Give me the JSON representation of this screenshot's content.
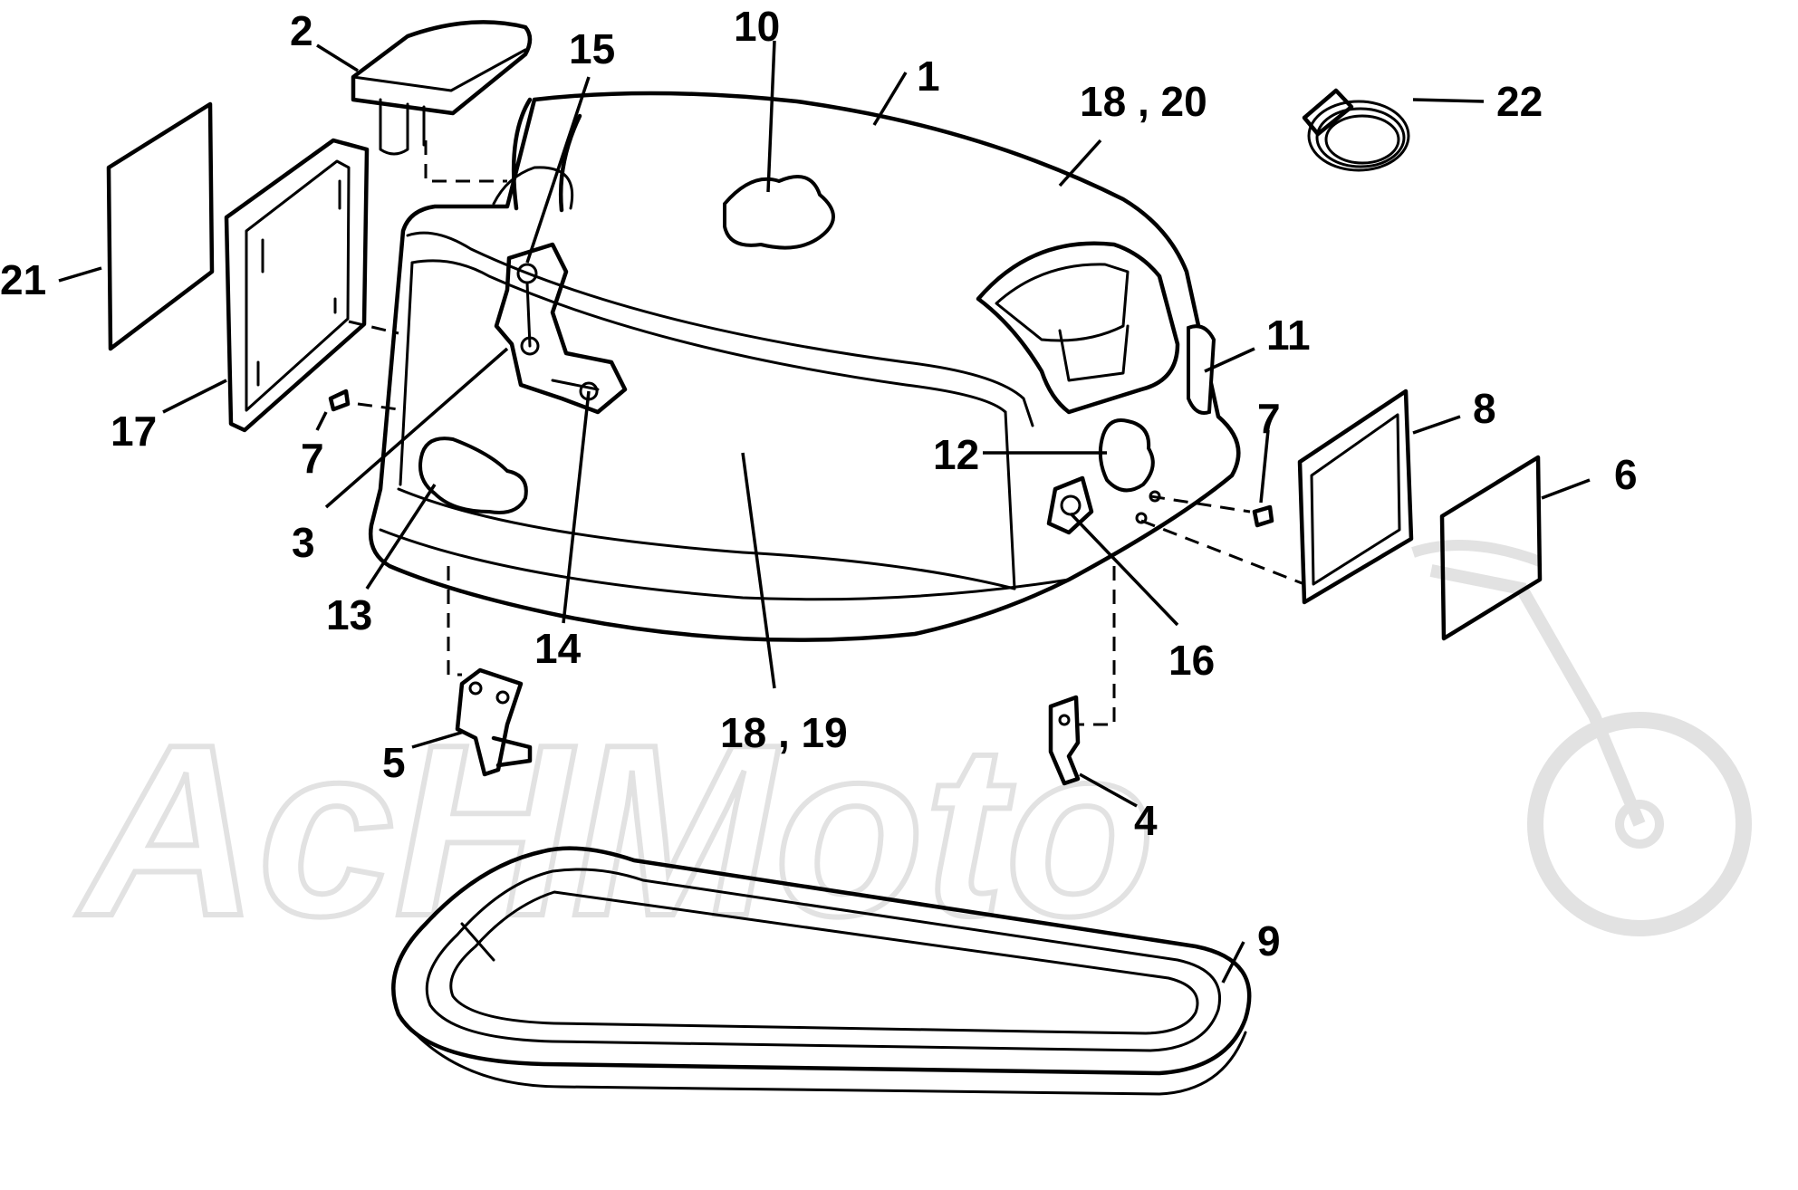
{
  "diagram": {
    "watermark": "AcHMoto",
    "callouts": {
      "c1": "1",
      "c2": "2",
      "c3": "3",
      "c4": "4",
      "c5": "5",
      "c6": "6",
      "c7a": "7",
      "c7b": "7",
      "c8": "8",
      "c9": "9",
      "c10": "10",
      "c11": "11",
      "c12": "12",
      "c13": "13",
      "c14": "14",
      "c15": "15",
      "c16": "16",
      "c17": "17",
      "c18_19": "18 , 19",
      "c18_20": "18 , 20",
      "c21": "21",
      "c22": "22"
    }
  }
}
